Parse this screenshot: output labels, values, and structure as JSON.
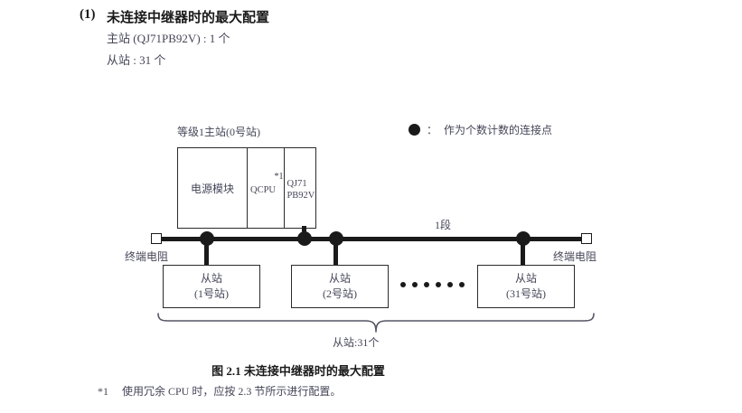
{
  "heading": {
    "number": "(1)",
    "title": "未连接中继器时的最大配置",
    "spec_master": "主站 (QJ71PB92V) : 1 个",
    "spec_slave": "从站 : 31 个"
  },
  "legend": {
    "icon": "filled-circle-icon",
    "separator": "：",
    "text": "作为个数计数的连接点"
  },
  "master_station": {
    "label": "等级1主站(0号站)",
    "cells": [
      {
        "name": "power-module",
        "text": "电源模块"
      },
      {
        "name": "cpu-module",
        "text": "QCPU",
        "note_ref": "*1"
      },
      {
        "name": "network-module",
        "text": "QJ71\nPB92V",
        "line1": "QJ71",
        "line2": "PB92V"
      }
    ]
  },
  "bus": {
    "segment_label": "1段",
    "terminator_left_label": "终端电阻",
    "terminator_right_label": "终端电阻",
    "node_count": 4,
    "ellipsis_dots": 6
  },
  "slaves": [
    {
      "line1": "从站",
      "line2": "(1号站)"
    },
    {
      "line1": "从站",
      "line2": "(2号站)"
    },
    {
      "line1": "从站",
      "line2": "(31号站)"
    }
  ],
  "brace": {
    "label": "从站:31个"
  },
  "caption": "图 2.1  未连接中继器时的最大配置",
  "footnote": {
    "mark": "*1",
    "text": "使用冗余 CPU 时，应按 2.3 节所示进行配置。"
  },
  "colors": {
    "ink": "#1a1a1a",
    "text": "#454558",
    "background": "#ffffff"
  }
}
